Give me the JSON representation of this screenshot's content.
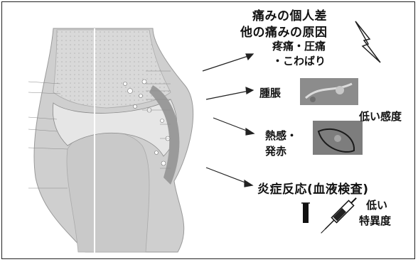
{
  "right_panel": {
    "line1": "痛みの個人差",
    "line2": "他の痛みの原因",
    "pain_line1": "疼痛・圧痛",
    "pain_line2": "・こわばり",
    "swelling": "腫脹",
    "low_sensitivity": "低い感度",
    "heat_line1": "熱感・",
    "heat_line2": "発赤",
    "inflammation": "炎症反応(血液検査)",
    "low_spec_line1": "低い",
    "low_spec_line2": "特異度"
  },
  "icons": {
    "lightning": "lightning-bolt-icon",
    "test_tube": "test-tube-icon",
    "syringe": "syringe-icon"
  }
}
